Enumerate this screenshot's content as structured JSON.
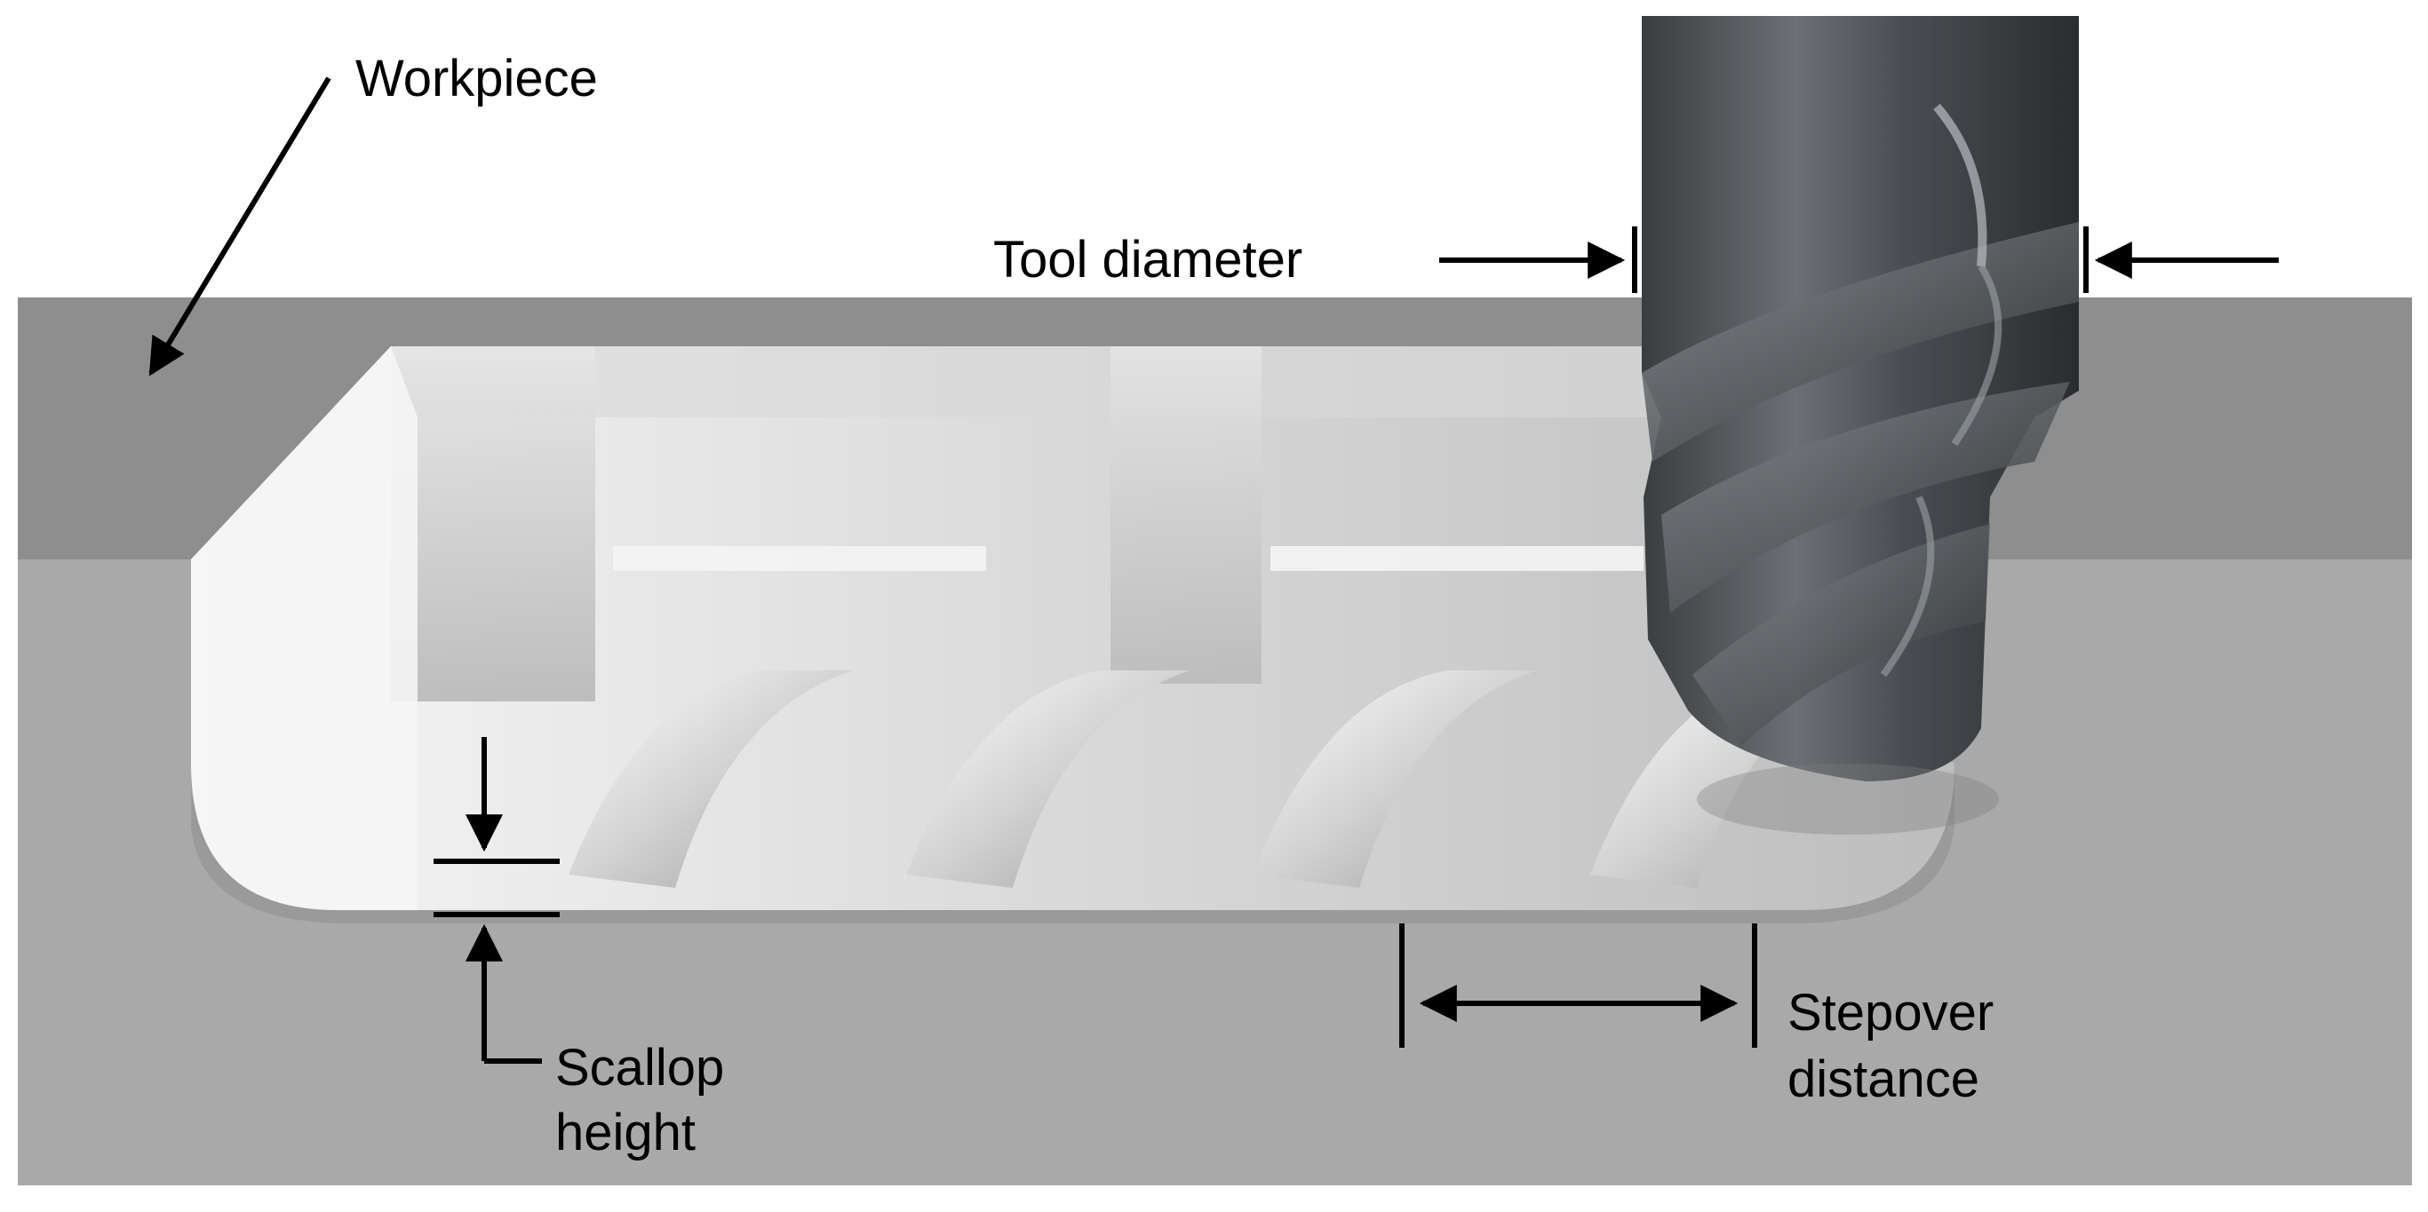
{
  "labels": {
    "workpiece": "Workpiece",
    "tool_diameter": "Tool diameter",
    "scallop_line1": "Scallop",
    "scallop_line2": "height",
    "stepover_line1": "Stepover",
    "stepover_line2": "distance"
  },
  "colors": {
    "background": "#ffffff",
    "workpiece_top": "#8e8e8e",
    "workpiece_front": "#a9a9a9",
    "pocket_light": "#f2f2f2",
    "pocket_mid": "#c9c9c9",
    "tool_body": "#55595c",
    "tool_dark": "#2e3134",
    "annotation": "#000000"
  },
  "scene": {
    "passes_visible": 5
  }
}
